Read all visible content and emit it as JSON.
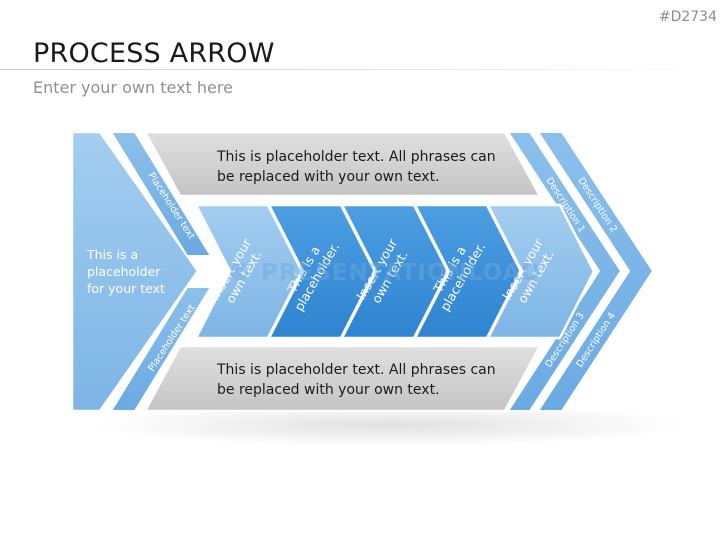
{
  "slide": {
    "code": "#D2734",
    "title": "PROCESS ARROW",
    "subtitle": "Enter your own text here"
  },
  "diagram": {
    "main_text": [
      "This is a",
      "placeholder",
      "for your text"
    ],
    "left_labels": {
      "top": "Placeholder text",
      "bottom": "Placeholder text"
    },
    "top_bar": [
      "This is placeholder text. All phrases can",
      "be replaced with your own text."
    ],
    "bottom_bar": [
      "This is placeholder text. All phrases can",
      "be replaced with your own text."
    ],
    "chevrons": [
      {
        "lines": [
          "Insert your",
          "own text."
        ]
      },
      {
        "lines": [
          "This is a",
          "placeholder."
        ]
      },
      {
        "lines": [
          "Insert your",
          "own text."
        ]
      },
      {
        "lines": [
          "This is a",
          "placeholder."
        ]
      },
      {
        "lines": [
          "Insert your",
          "own text."
        ]
      }
    ],
    "descriptions": [
      "Description 1",
      "Description 2",
      "Description 3",
      "Description 4"
    ],
    "watermark": "© PRESENTATIONLOAD"
  },
  "colors": {
    "light_blue": "#8ebfe9",
    "mid_blue": "#6aaee6",
    "dark_blue": "#3a8fd8",
    "bar_gray": "#d3d3d3",
    "border_white": "#ffffff"
  }
}
